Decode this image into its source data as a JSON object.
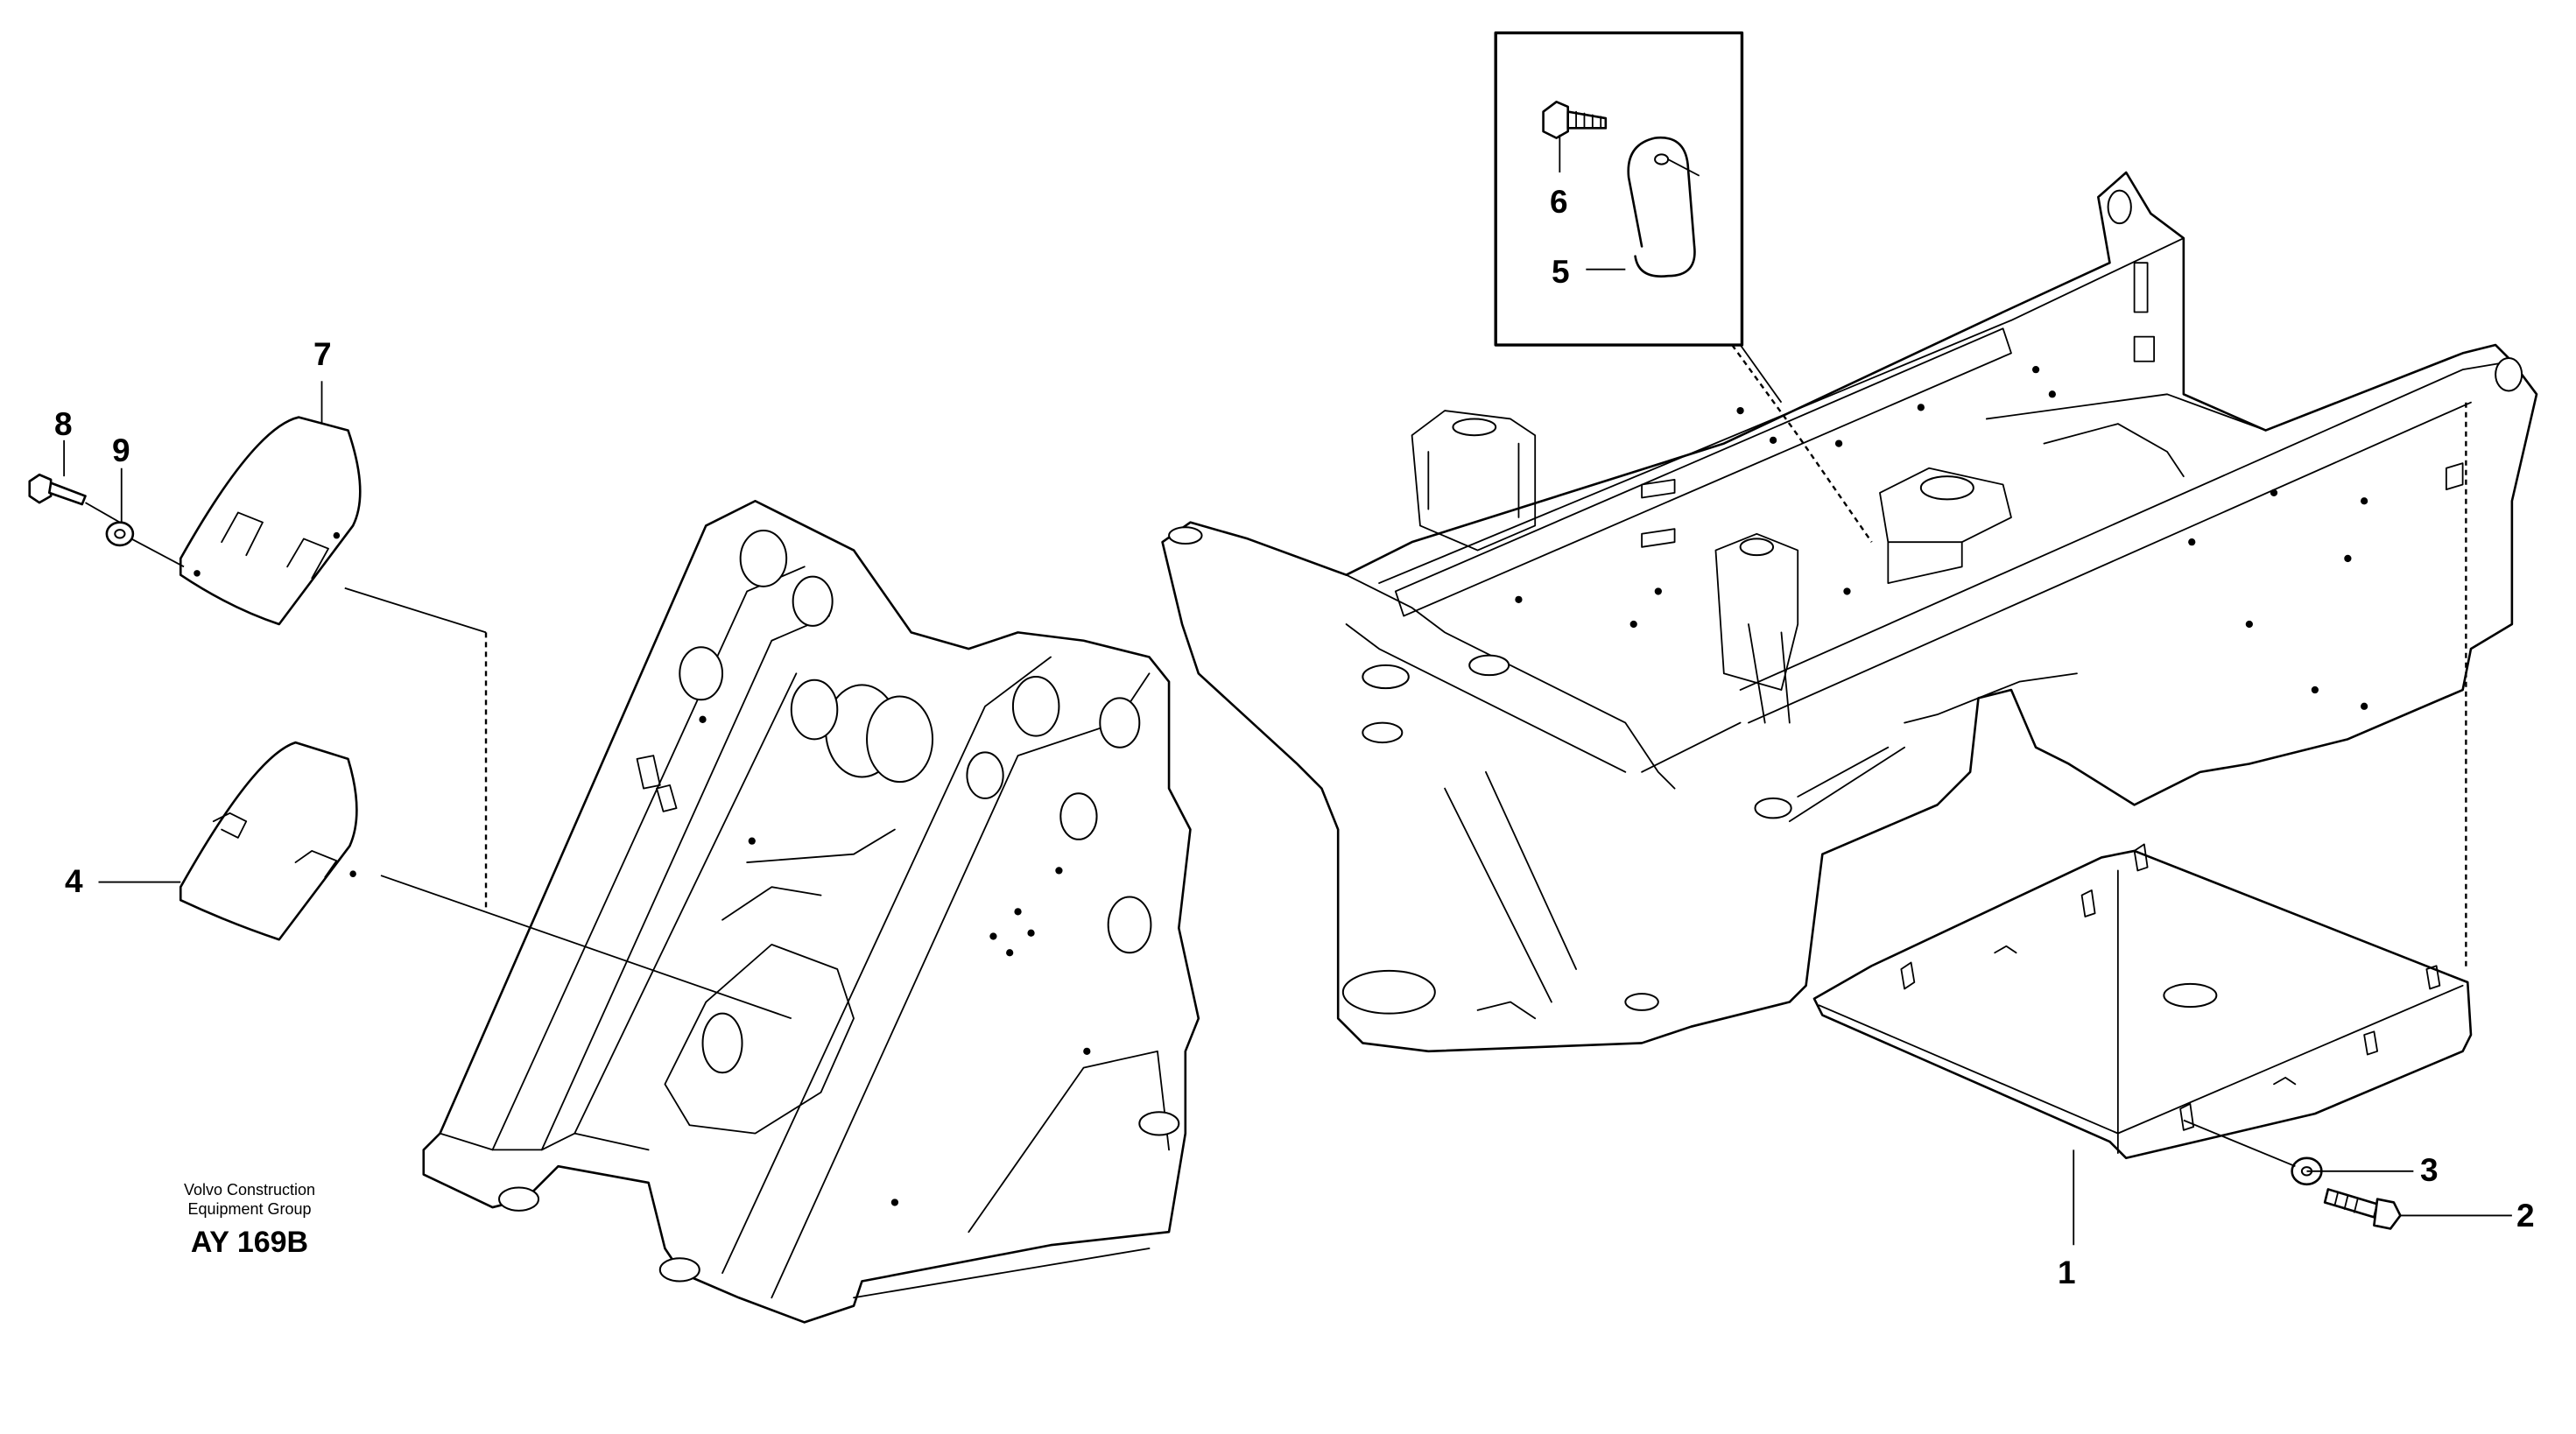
{
  "callouts": {
    "c1": "1",
    "c2": "2",
    "c3": "3",
    "c4": "4",
    "c5": "5",
    "c6": "6",
    "c7": "7",
    "c8": "8",
    "c9": "9"
  },
  "credit": {
    "line1": "Volvo Construction",
    "line2": "Equipment Group",
    "code": "AY 169B"
  }
}
